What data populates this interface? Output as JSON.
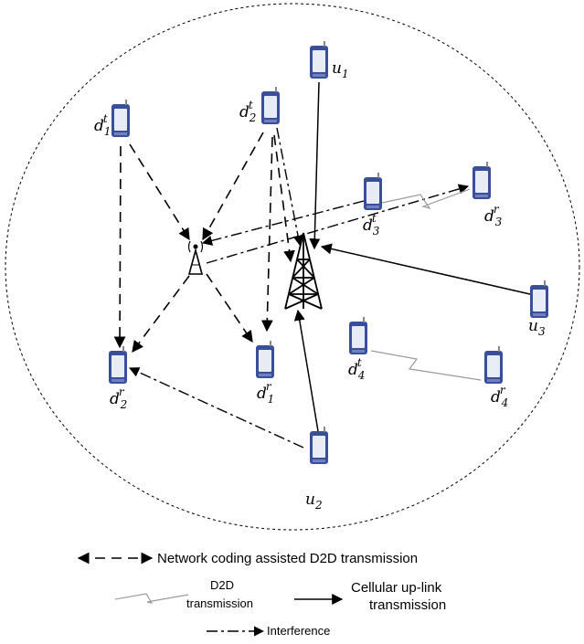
{
  "nodes": {
    "u1": {
      "base": "u",
      "sub": "1",
      "sup": ""
    },
    "u2": {
      "base": "u",
      "sub": "2",
      "sup": ""
    },
    "u3": {
      "base": "u",
      "sub": "3",
      "sup": ""
    },
    "d1t": {
      "base": "d",
      "sub": "1",
      "sup": "t"
    },
    "d2t": {
      "base": "d",
      "sub": "2",
      "sup": "t"
    },
    "d3t": {
      "base": "d",
      "sub": "3",
      "sup": "t"
    },
    "d4t": {
      "base": "d",
      "sub": "4",
      "sup": "t"
    },
    "d1r": {
      "base": "d",
      "sub": "1",
      "sup": "r"
    },
    "d2r": {
      "base": "d",
      "sub": "2",
      "sup": "r"
    },
    "d3r": {
      "base": "d",
      "sub": "3",
      "sup": "r"
    },
    "d4r": {
      "base": "d",
      "sub": "4",
      "sup": "r"
    }
  },
  "legend": {
    "network_coding": "Network coding assisted D2D transmission",
    "d2d_line1": "D2D",
    "d2d_line2": "transmission",
    "cellular_line1": "Cellular  up-link",
    "cellular_line2": "transmission",
    "interference": "Interference"
  },
  "colors": {
    "phone_body": "#3a4f9a",
    "phone_screen": "#e8ecf5",
    "line": "#000000",
    "zigzag": "#9a9a9a"
  }
}
